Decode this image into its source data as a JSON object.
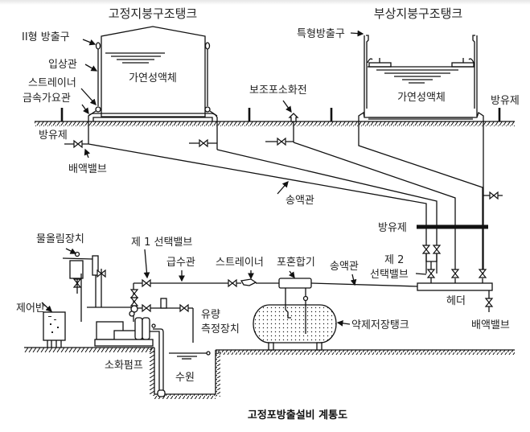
{
  "diagram": {
    "caption": "고정포방출설비 계통도",
    "tanks": {
      "fixed_roof": {
        "title": "고정지붕구조탱크",
        "content": "가연성액체",
        "labels": {
          "outlet": "II형 방출구",
          "riser": "입상관",
          "strainer": "스트레이너",
          "flexible_pipe": "금속가요관"
        }
      },
      "floating_roof": {
        "title": "부상지붕구조탱크",
        "content": "가연성액체",
        "labels": {
          "outlet": "특형방출구",
          "dike": "방유제"
        }
      }
    },
    "labels": {
      "dike_left": "방유제",
      "drain_valve_left": "배액밸브",
      "aux_hydrant": "보조포소화전",
      "transfer_pipe_upper": "송액관",
      "dike_mid": "방유제",
      "priming_device": "물올림장치",
      "first_select_valve": "제 1 선택밸브",
      "supply_pipe": "급수관",
      "strainer_lower": "스트레이너",
      "proportioner": "포혼합기",
      "transfer_pipe_lower": "송액관",
      "second_select_valve_line1": "제 2",
      "second_select_valve_line2": "선택밸브",
      "header": "헤더",
      "drain_valve_right": "배액밸브",
      "control_panel": "제어반",
      "flow_meter_line1": "유량",
      "flow_meter_line2": "측정장치",
      "agent_tank": "약제저장탱크",
      "fire_pump": "소화펌프",
      "water_source": "수원"
    }
  }
}
